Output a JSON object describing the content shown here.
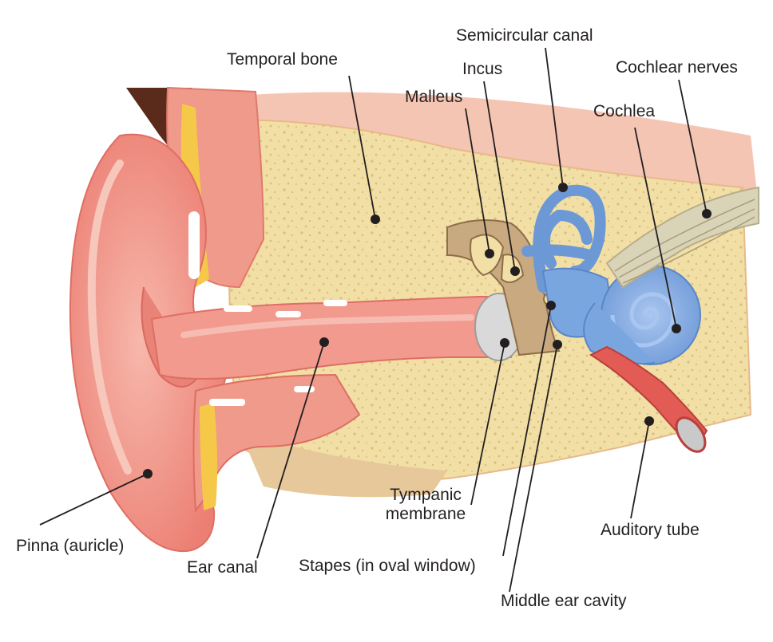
{
  "labels": {
    "temporal_bone": "Temporal bone",
    "semicircular_canal": "Semicircular canal",
    "incus": "Incus",
    "cochlear_nerves": "Cochlear nerves",
    "malleus": "Malleus",
    "cochlea": "Cochlea",
    "tympanic_membrane_line1": "Tympanic",
    "tympanic_membrane_line2": "membrane",
    "auditory_tube": "Auditory tube",
    "pinna": "Pinna (auricle)",
    "ear_canal": "Ear canal",
    "stapes": "Stapes (in oval window)",
    "middle_ear_cavity": "Middle ear cavity"
  },
  "colors": {
    "skin": "#f08b80",
    "skin_light": "#f6b3a8",
    "bone": "#f2dfa6",
    "bone_dots": "#d9bf7a",
    "inner_ear": "#7aa6e0",
    "inner_ear_dark": "#5a86c8",
    "nerve": "#d9d3b8",
    "fat": "#f5c84a",
    "membrane": "#d6d6d6",
    "leader": "#231f20"
  }
}
